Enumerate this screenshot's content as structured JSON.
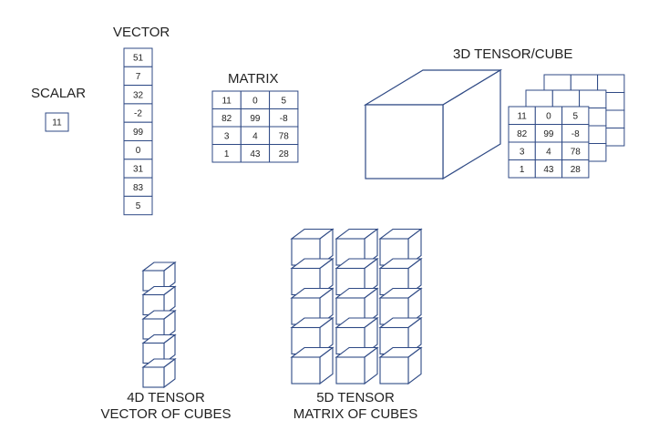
{
  "labels": {
    "scalar": "SCALAR",
    "vector": "VECTOR",
    "matrix": "MATRIX",
    "tensor3d": "3D TENSOR/CUBE",
    "tensor4d_line1": "4D TENSOR",
    "tensor4d_line2": "VECTOR OF CUBES",
    "tensor5d_line1": "5D TENSOR",
    "tensor5d_line2": "MATRIX OF CUBES"
  },
  "scalar": {
    "value": "11"
  },
  "vector": {
    "values": [
      "51",
      "7",
      "32",
      "-2",
      "99",
      "0",
      "31",
      "83",
      "5"
    ]
  },
  "matrix": {
    "rows": [
      [
        "11",
        "0",
        "5"
      ],
      [
        "82",
        "99",
        "-8"
      ],
      [
        "3",
        "4",
        "78"
      ],
      [
        "1",
        "43",
        "28"
      ]
    ]
  },
  "tensor3d_front": {
    "rows": [
      [
        "11",
        "0",
        "5"
      ],
      [
        "82",
        "99",
        "-8"
      ],
      [
        "3",
        "4",
        "78"
      ],
      [
        "1",
        "43",
        "28"
      ]
    ]
  },
  "colors": {
    "stroke": "#2f4a85",
    "text": "#222222"
  }
}
